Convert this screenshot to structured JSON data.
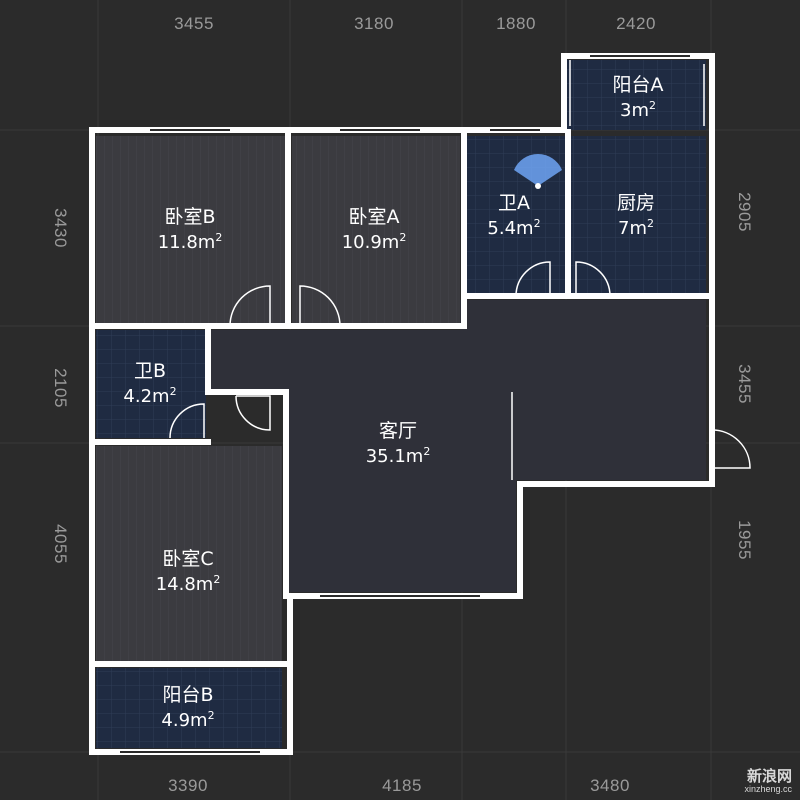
{
  "dimensions": {
    "top": [
      "3455",
      "3180",
      "1880",
      "2420"
    ],
    "bottom": [
      "3390",
      "4185",
      "3480"
    ],
    "left": [
      "3430",
      "2105",
      "4055"
    ],
    "right": [
      "2905",
      "3455",
      "1955"
    ]
  },
  "rooms": [
    {
      "name": "阳台A",
      "area": "3m",
      "type": "balcony"
    },
    {
      "name": "卧室B",
      "area": "11.8m",
      "type": "bedroom"
    },
    {
      "name": "卧室A",
      "area": "10.9m",
      "type": "bedroom"
    },
    {
      "name": "卫A",
      "area": "5.4m",
      "type": "bath"
    },
    {
      "name": "厨房",
      "area": "7m",
      "type": "kitchen"
    },
    {
      "name": "卫B",
      "area": "4.2m",
      "type": "bath"
    },
    {
      "name": "客厅",
      "area": "35.1m",
      "type": "living"
    },
    {
      "name": "卧室C",
      "area": "14.8m",
      "type": "bedroom"
    },
    {
      "name": "阳台B",
      "area": "4.9m",
      "type": "balcony"
    }
  ],
  "unit_superscript": "2",
  "colors": {
    "background": "#2b2b2b",
    "wall": "#ffffff",
    "wood_floor": "#3a3a3f",
    "tile_floor": "#1e2a40",
    "living_floor": "#2e2f38",
    "compass": "#7fb2ff"
  },
  "icons": [
    "compass-icon",
    "door-icon"
  ],
  "watermark": {
    "brand": "新浪网",
    "site": "xinzheng.cc"
  }
}
